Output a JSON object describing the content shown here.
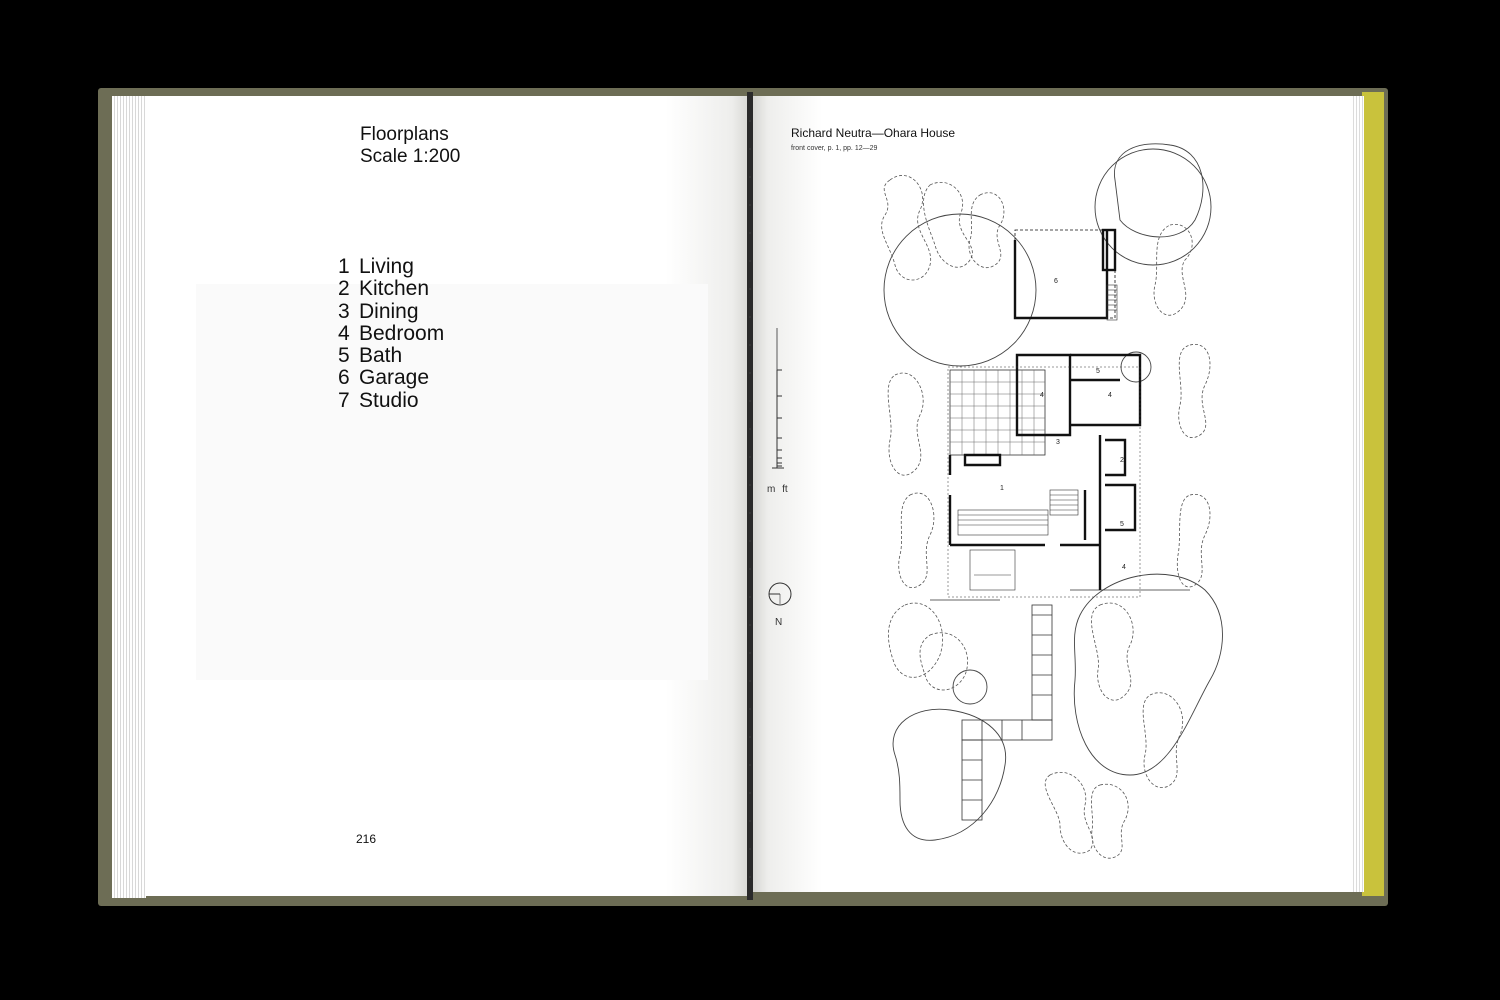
{
  "left_page": {
    "heading": {
      "line1": "Floorplans",
      "line2": "Scale 1:200"
    },
    "legend": [
      {
        "num": "1",
        "label": "Living"
      },
      {
        "num": "2",
        "label": "Kitchen"
      },
      {
        "num": "3",
        "label": "Dining"
      },
      {
        "num": "4",
        "label": "Bedroom"
      },
      {
        "num": "5",
        "label": "Bath"
      },
      {
        "num": "6",
        "label": "Garage"
      },
      {
        "num": "7",
        "label": "Studio"
      }
    ],
    "page_number": "216"
  },
  "right_page": {
    "title": "Richard Neutra—Ohara House",
    "subtitle": "front cover, p. 1, pp. 12—29",
    "scale_units": "m ft",
    "north_label": "N",
    "room_labels": [
      "6",
      "5",
      "4",
      "4",
      "3",
      "2",
      "1",
      "5",
      "4"
    ]
  }
}
